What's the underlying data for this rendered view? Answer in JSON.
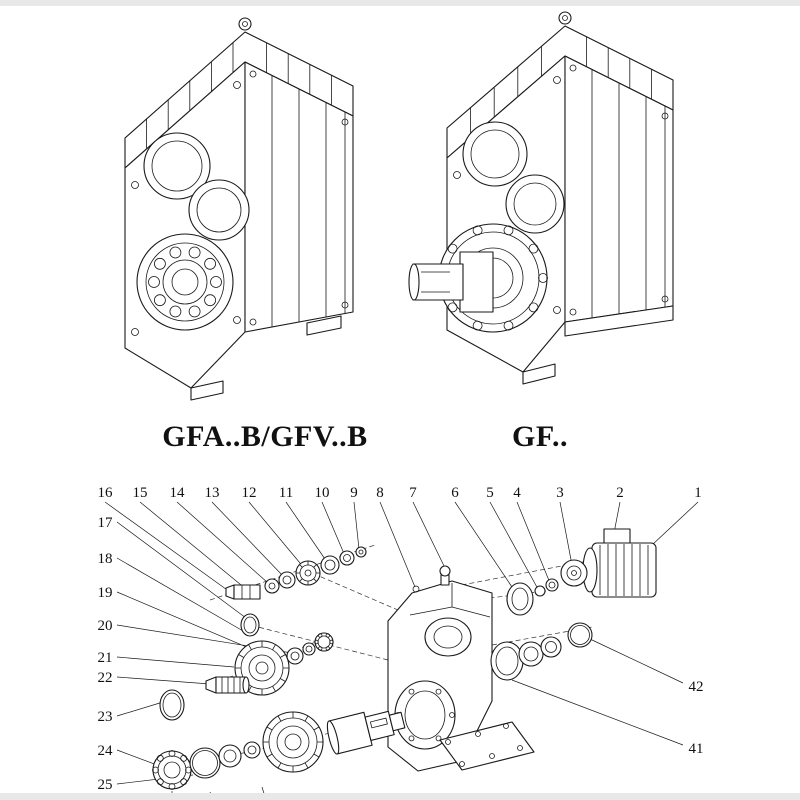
{
  "page": {
    "background": "#ffffff",
    "edge_strip_color": "#e8e8e8",
    "line_color": "#1a1a1a"
  },
  "models": [
    {
      "label": "GFA..B/GFV..B"
    },
    {
      "label": "GF.."
    }
  ],
  "exploded_view": {
    "callouts_top": [
      "16",
      "15",
      "14",
      "13",
      "12",
      "11",
      "10",
      "9",
      "8",
      "7",
      "6",
      "5",
      "4",
      "3",
      "2",
      "1"
    ],
    "callouts_left": [
      "17",
      "18",
      "19",
      "20",
      "21",
      "22",
      "23",
      "24",
      "25"
    ],
    "callouts_right": [
      "42",
      "41"
    ]
  }
}
